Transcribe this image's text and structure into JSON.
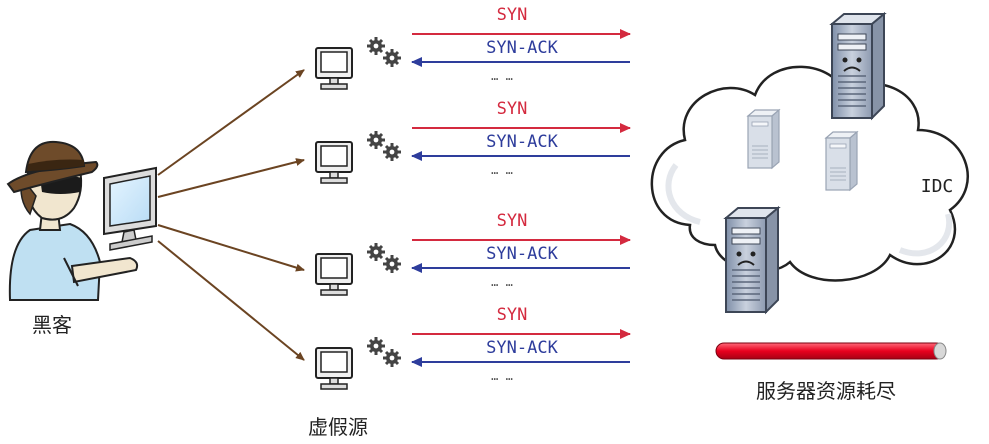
{
  "labels": {
    "hacker": "黑客",
    "fake_sources": "虚假源",
    "datacenter": "IDC",
    "exhaustion": "服务器资源耗尽"
  },
  "rows": [
    {
      "syn": "SYN",
      "synack": "SYN-ACK",
      "more": "… …"
    },
    {
      "syn": "SYN",
      "synack": "SYN-ACK",
      "more": "… …"
    },
    {
      "syn": "SYN",
      "synack": "SYN-ACK",
      "more": "… …"
    },
    {
      "syn": "SYN",
      "synack": "SYN-ACK",
      "more": "… …"
    }
  ],
  "colors": {
    "syn": "#d42a3f",
    "synack": "#2e3d9c",
    "attack_arrow": "#6b4422",
    "resource_bar": "#e8001e"
  },
  "icons": {
    "hacker": "hacker-figure-icon",
    "attacker_monitor": "monitor-icon",
    "fake_source": "monitor-icon",
    "server": "server-tower-icon",
    "cloud": "cloud-icon"
  }
}
